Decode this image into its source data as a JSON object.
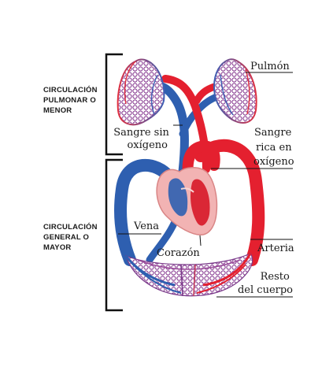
{
  "sections": {
    "pulmonary": [
      "CIRCULACIÓN",
      "PULMONAR O",
      "MENOR"
    ],
    "systemic": [
      "CIRCULACIÓN",
      "GENERAL O",
      "MAYOR"
    ]
  },
  "labels": {
    "lung": "Pulmón",
    "deoxygenated": [
      "Sangre sin",
      "oxígeno"
    ],
    "oxygenated": [
      "Sangre",
      "rica en",
      "oxígeno"
    ],
    "vein": "Vena",
    "heart": "Corazón",
    "artery": "Arteria",
    "body": [
      "Resto",
      "del cuerpo"
    ]
  },
  "colors": {
    "oxygenated": "#e4202f",
    "deoxygenated": "#2e5fb0",
    "heart": "#f2b3b3",
    "bracket": "#111111"
  }
}
